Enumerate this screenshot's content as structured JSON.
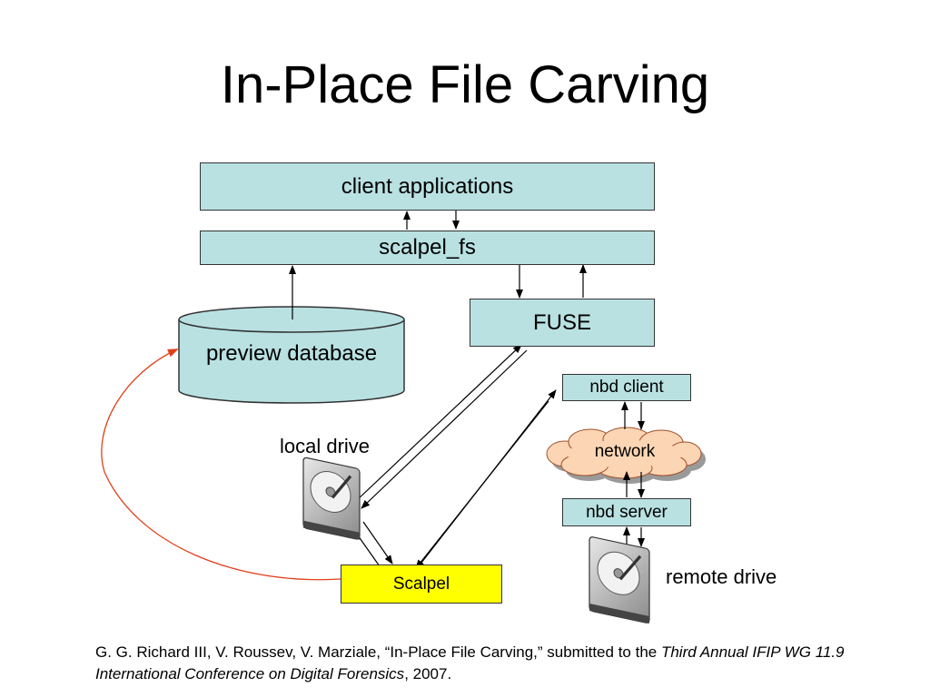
{
  "slide": {
    "title": "In-Place File Carving"
  },
  "diagram": {
    "client_applications": "client applications",
    "scalpel_fs": "scalpel_fs",
    "fuse": "FUSE",
    "preview_database": "preview database",
    "nbd_client": "nbd client",
    "network": "network",
    "nbd_server": "nbd server",
    "local_drive": "local drive",
    "remote_drive": "remote drive",
    "scalpel": "Scalpel"
  },
  "colors": {
    "box_fill": "#b9e1e2",
    "scalpel_fill": "#ffff00",
    "network_fill": "#fcd5b4",
    "feedback_arrow": "#e0401a"
  },
  "citation": {
    "part1": "G. G. Richard III, V. Roussev, V. Marziale, “In-Place File Carving,” submitted to the ",
    "italic1": "Third Annual IFIP WG 11.9 International Conference on Digital Forensics",
    "part2": ", 2007."
  }
}
